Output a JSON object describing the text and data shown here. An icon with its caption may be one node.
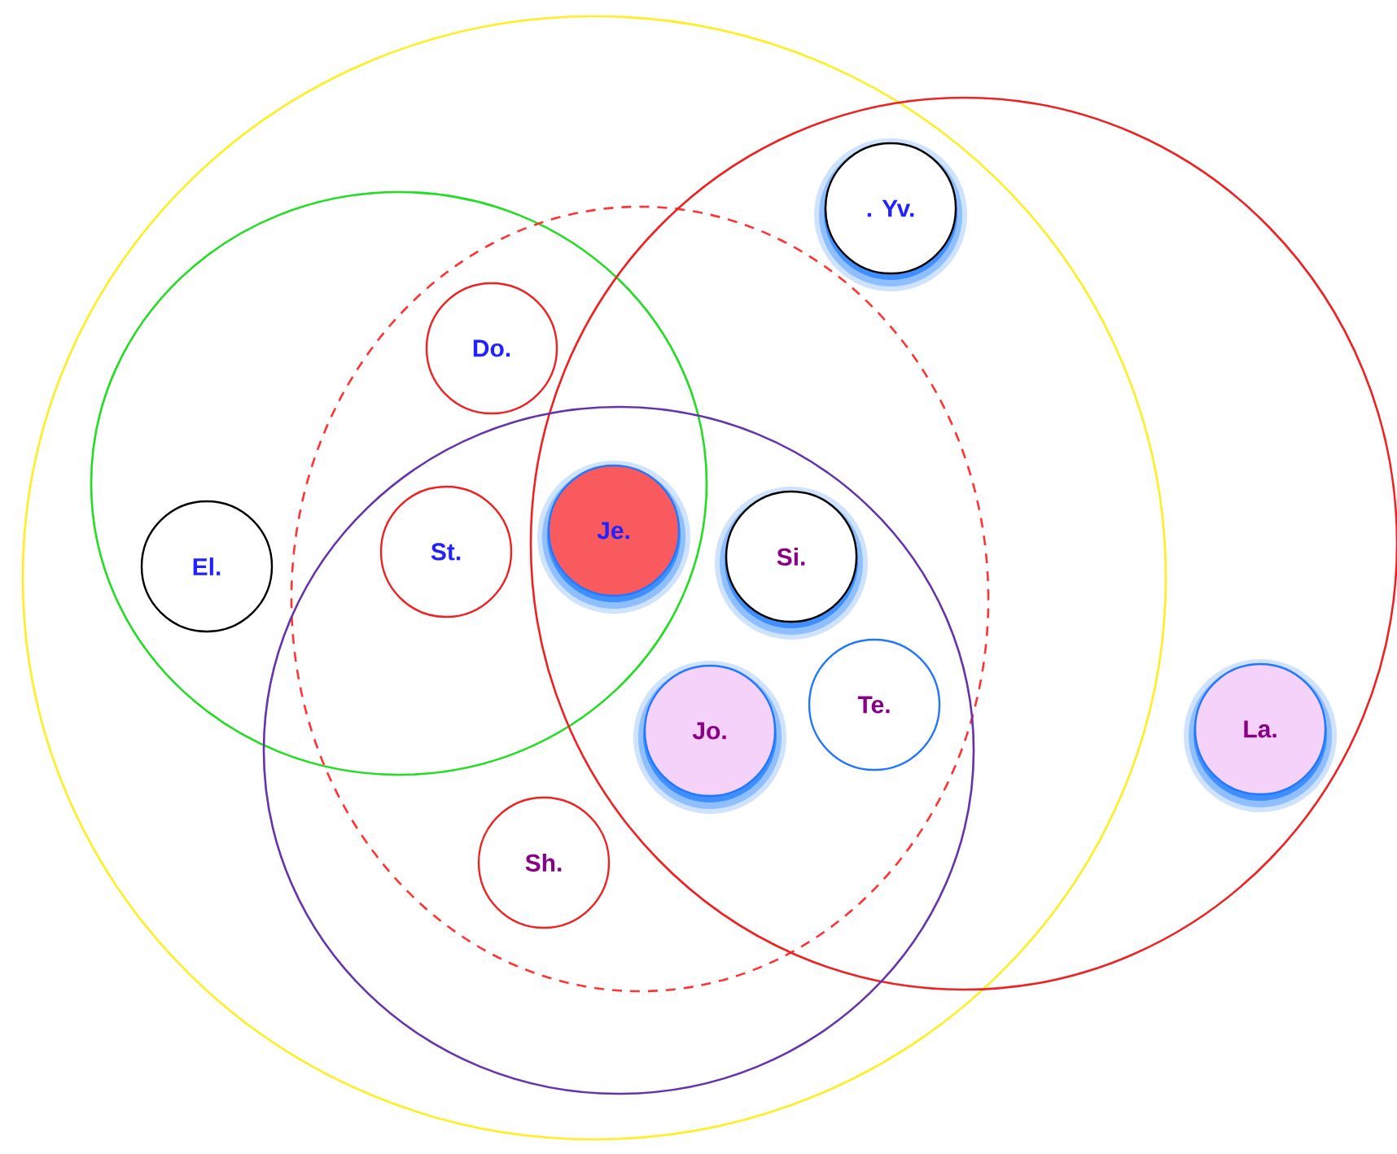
{
  "diagram": {
    "nodes": [
      {
        "text": [],
        "shape": "circle"
      },
      {
        "text": [],
        "shape": "circle",
        "in": 0
      },
      {
        "text": [],
        "shape": "circle",
        "in": 0
      },
      {
        "text": [],
        "shape": "circle"
      },
      {
        "text": [],
        "shape": "circle",
        "in": 0
      },
      {
        "text": [
          ". Yv."
        ]
      },
      {
        "text": [
          "Do."
        ]
      },
      {
        "text": [
          "El."
        ],
        "in": 1
      },
      {
        "text": [
          "St."
        ]
      },
      {
        "text": [
          "Je."
        ]
      },
      {
        "text": [
          "Si."
        ]
      },
      {
        "text": [
          "Jo."
        ]
      },
      {
        "text": [
          "Te."
        ]
      },
      {
        "text": [
          "La."
        ],
        "in": 3
      },
      {
        "text": [
          "Sh."
        ],
        "in": 4
      }
    ]
  }
}
